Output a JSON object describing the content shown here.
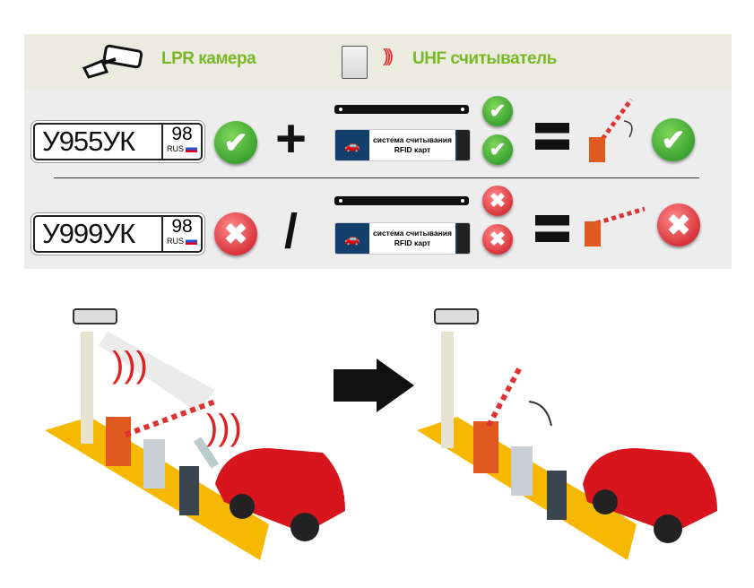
{
  "legend": {
    "camera_label": "LPR камера",
    "reader_label": "UHF считыватель"
  },
  "rows": [
    {
      "plate_number": "У955УК",
      "plate_region": "98",
      "plate_country": "RUS",
      "plate_status": "ok",
      "operator": "+",
      "tag_status": "ok",
      "card_status": "ok",
      "barrier": "open",
      "result": "ok"
    },
    {
      "plate_number": "У999УК",
      "plate_region": "98",
      "plate_country": "RUS",
      "plate_status": "fail",
      "operator": "/",
      "tag_status": "fail",
      "card_status": "fail",
      "barrier": "closed",
      "result": "fail"
    }
  ],
  "card": {
    "line1": "система считывания",
    "line2": "RFID карт"
  },
  "colors": {
    "accent_green": "#7ab829",
    "ok": "#2a9a2a",
    "fail": "#d0101a",
    "barrier": "#e05a20",
    "base": "#f6b800",
    "car": "#d8141c"
  }
}
